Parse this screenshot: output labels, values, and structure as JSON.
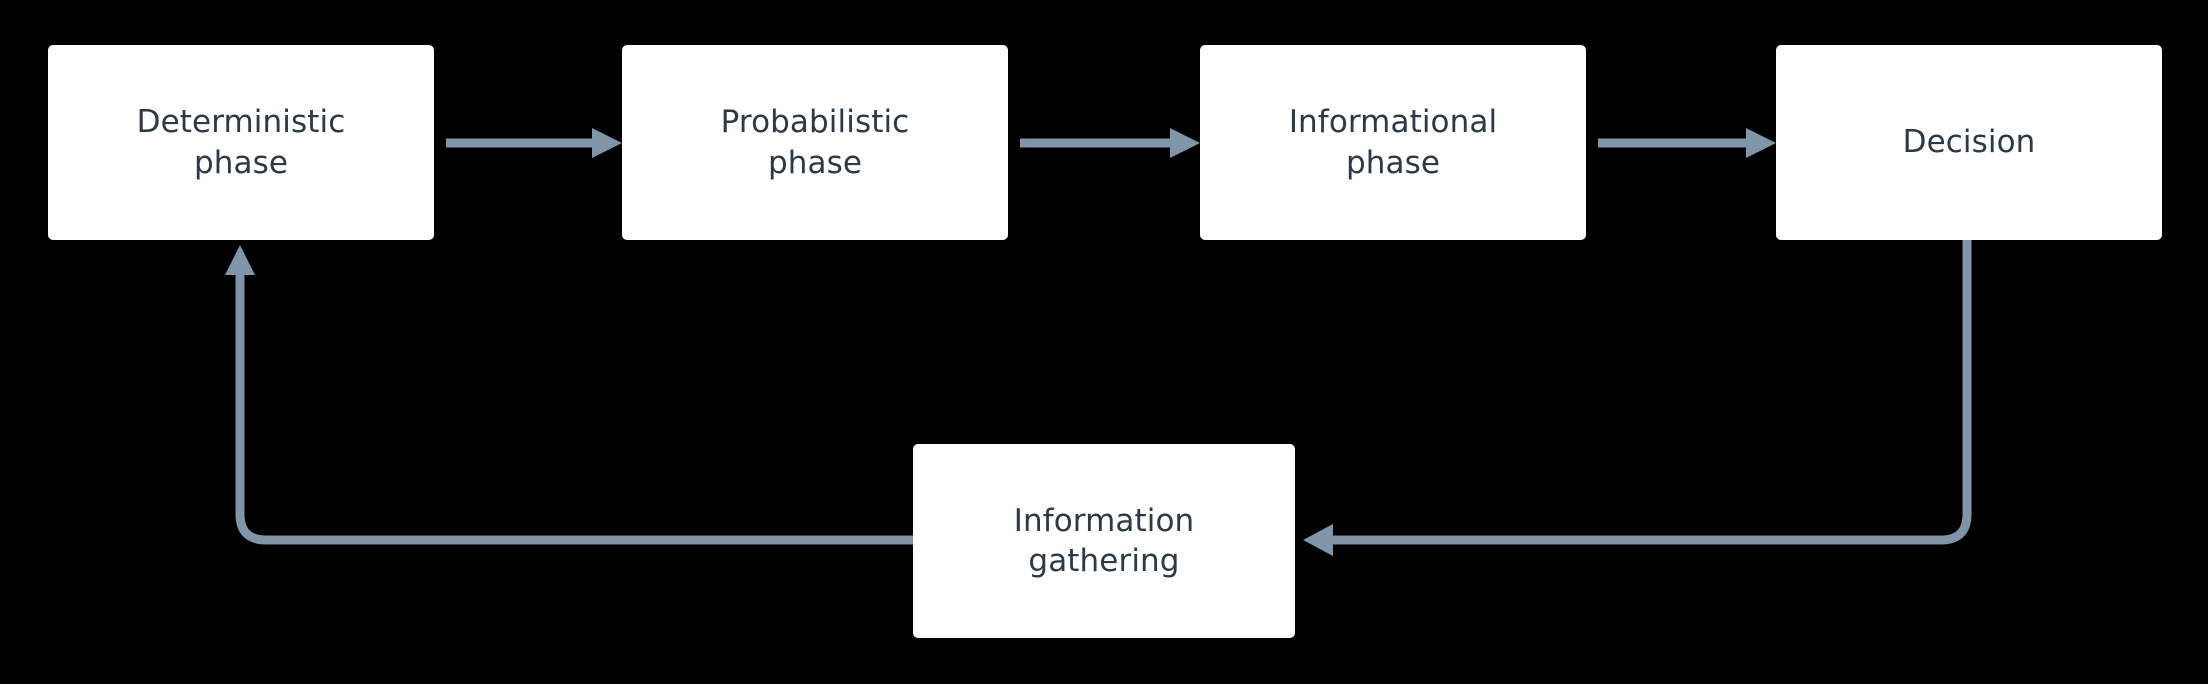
{
  "diagram": {
    "title": "Decision process flow with information feedback loop",
    "background_color": "#000000",
    "node_fill_color": "#ffffff",
    "node_text_color": "#2b3a45",
    "edge_color": "#8195a8",
    "nodes": [
      {
        "id": "deterministic",
        "label": "Deterministic\nphase"
      },
      {
        "id": "probabilistic",
        "label": "Probabilistic\nphase"
      },
      {
        "id": "informational",
        "label": "Informational\nphase"
      },
      {
        "id": "decision",
        "label": "Decision"
      },
      {
        "id": "infogathering",
        "label": "Information\ngathering"
      }
    ],
    "edges": [
      {
        "id": "e1",
        "from": "deterministic",
        "to": "probabilistic",
        "label": "",
        "arrow": "forward",
        "style": "straight"
      },
      {
        "id": "e2",
        "from": "probabilistic",
        "to": "informational",
        "label": "",
        "arrow": "forward",
        "style": "straight"
      },
      {
        "id": "e3",
        "from": "informational",
        "to": "decision",
        "label": "",
        "arrow": "forward",
        "style": "straight"
      },
      {
        "id": "e4",
        "from": "decision",
        "to": "infogathering",
        "label": "",
        "arrow": "forward",
        "style": "elbow"
      },
      {
        "id": "e5",
        "from": "infogathering",
        "to": "deterministic",
        "label": "",
        "arrow": "forward",
        "style": "elbow"
      }
    ]
  }
}
